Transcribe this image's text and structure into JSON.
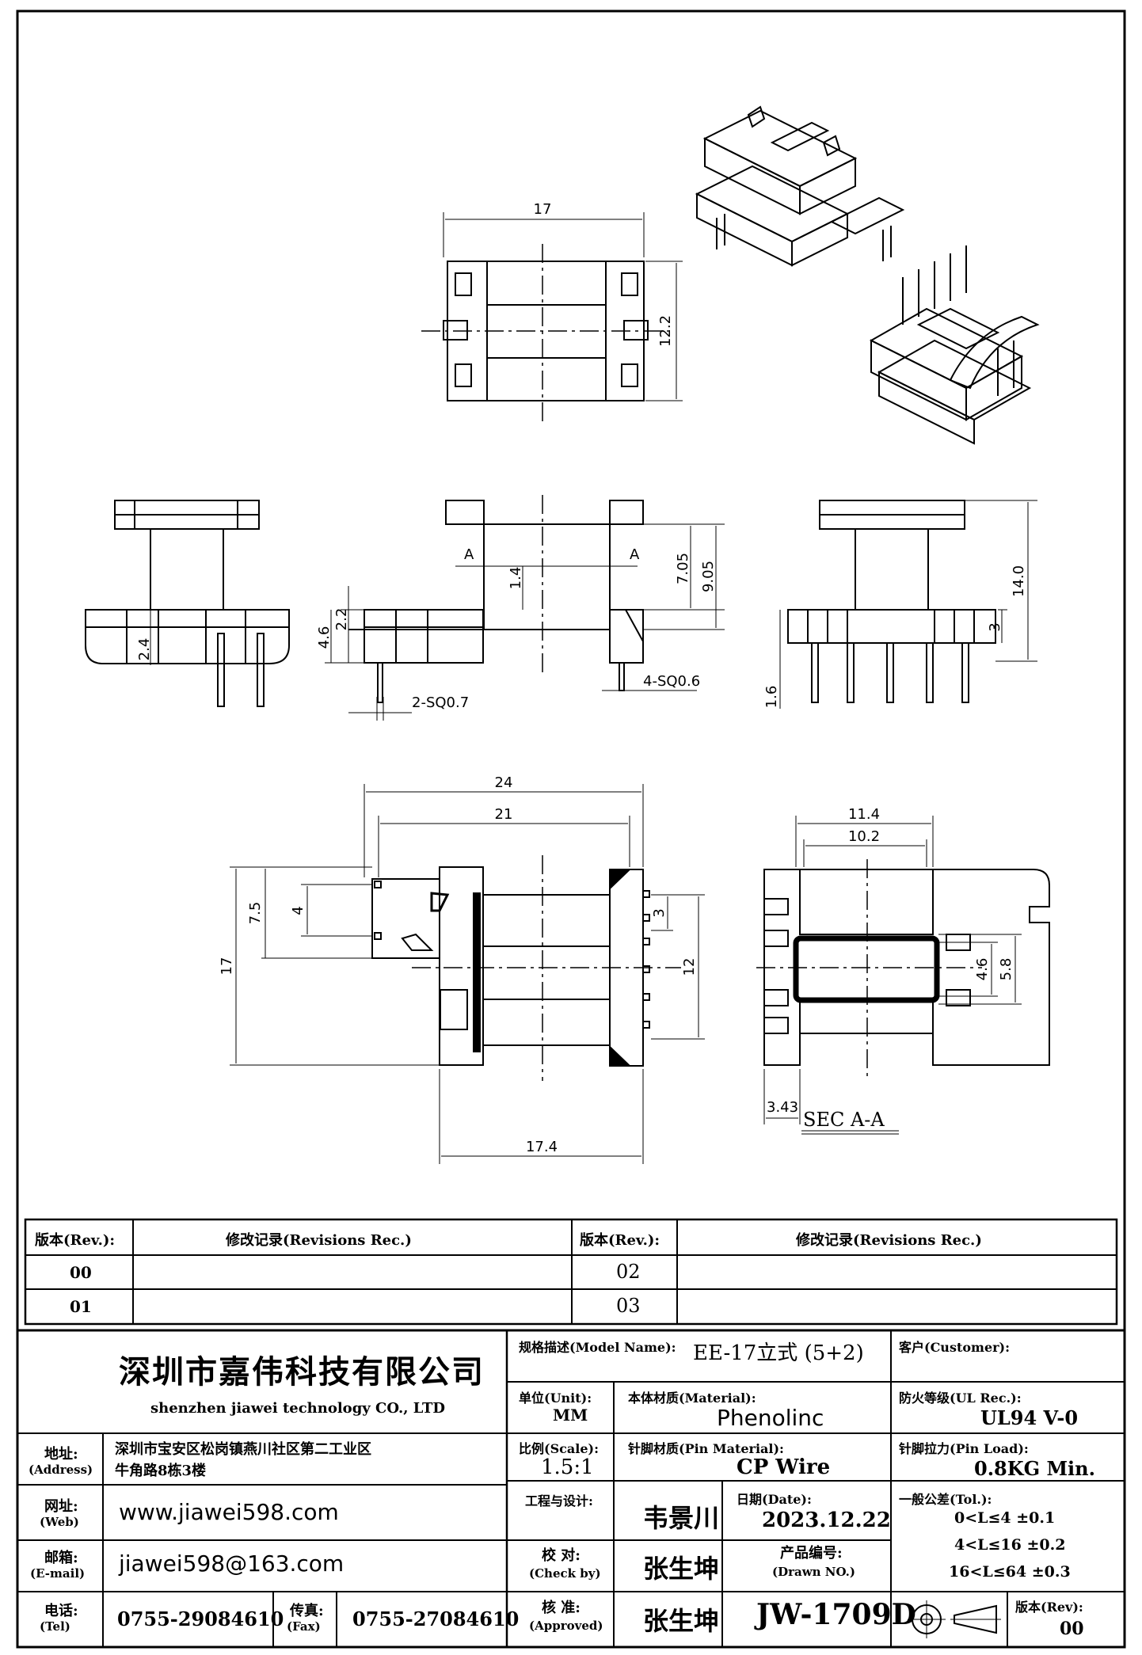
{
  "dims": {
    "top_width": "17",
    "top_height": "12.2",
    "mid_pin_left": "2.4",
    "mid_d46": "4.6",
    "mid_d22": "2.2",
    "mid_d14": "1.4",
    "mid_d705": "7.05",
    "mid_d905": "9.05",
    "sec_a_left": "A",
    "sec_a_right": "A",
    "sq07": "2-SQ0.7",
    "sq06": "4-SQ0.6",
    "right_h14": "14.0",
    "right_d3": "3",
    "right_d16": "1.6",
    "bot_w24": "24",
    "bot_w21": "21",
    "bot_h17": "17",
    "bot_h75": "7.5",
    "bot_d4": "4",
    "bot_d3": "3",
    "bot_h12": "12",
    "bot_w174": "17.4",
    "sec_w114": "11.4",
    "sec_w102": "10.2",
    "sec_h46": "4.6",
    "sec_h58": "5.8",
    "sec_d343": "3.43",
    "sec_label": "SEC A-A"
  },
  "revisions": {
    "header_rev": "版本(Rev.):",
    "header_rec": "修改记录(Revisions Rec.)",
    "rows": [
      {
        "left": "00",
        "right": "02"
      },
      {
        "left": "01",
        "right": "03"
      }
    ]
  },
  "title_block": {
    "company_cn": "深圳市嘉伟科技有限公司",
    "company_en": "shenzhen  jiawei  technology  CO., LTD",
    "address_label": "地址:",
    "address_label_en": "(Address)",
    "address_line1": "深圳市宝安区松岗镇燕川社区第二工业区",
    "address_line2": "牛角路8栋3楼",
    "web_label": "网址:",
    "web_label_en": "(Web)",
    "web": "www.jiawei598.com",
    "email_label": "邮箱:",
    "email_label_en": "(E-mail)",
    "email": "jiawei598@163.com",
    "tel_label": "电话:",
    "tel_label_en": "(Tel)",
    "tel": "0755-29084610",
    "fax_label": "传真:",
    "fax_label_en": "(Fax)",
    "fax": "0755-27084610",
    "model_label": "规格描述(Model Name):",
    "model": "EE-17立式 (5+2)",
    "customer_label": "客户(Customer):",
    "unit_label": "单位(Unit):",
    "unit": "MM",
    "material_label": "本体材质(Material):",
    "material": "Phenolinc",
    "ul_label": "防火等级(UL Rec.):",
    "ul": "UL94 V-0",
    "scale_label": "比例(Scale):",
    "scale": "1.5:1",
    "pin_material_label": "针脚材质(Pin Material):",
    "pin_material": "CP Wire",
    "pin_load_label": "针脚拉力(Pin Load):",
    "pin_load": "0.8KG Min.",
    "design_label": "工程与设计:",
    "designer": "韦景川",
    "date_label": "日期(Date):",
    "date": "2023.12.22",
    "tol_label": "一般公差(Tol.):",
    "tol1": "0<L≤4   ±0.1",
    "tol2": "4<L≤16  ±0.2",
    "tol3": "16<L≤64 ±0.3",
    "check_label": "校  对:",
    "check_label_en": "(Check by)",
    "checker": "张生坤",
    "drawn_label": "产品编号:",
    "drawn_label_en": "(Drawn NO.)",
    "approved_label": "核  准:",
    "approved_label_en": "(Approved)",
    "approver": "张生坤",
    "drawing_no": "JW-1709D",
    "rev_label": "版本(Rev):",
    "rev": "00"
  }
}
